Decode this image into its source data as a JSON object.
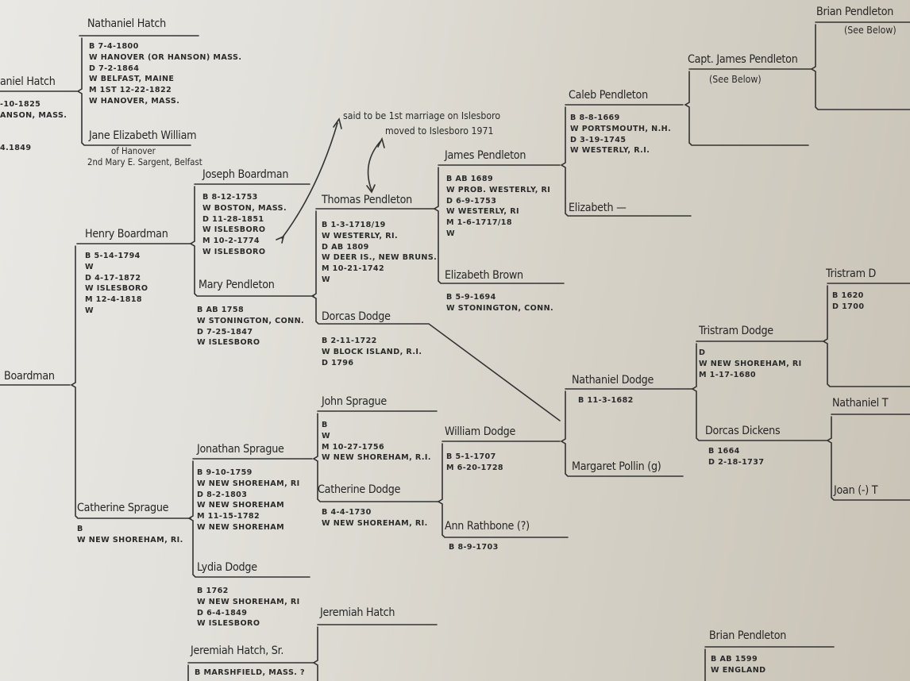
{
  "people": [
    {
      "name": "Nathaniel Hatch",
      "details": [
        "B 7-4-1800",
        "W HANOVER (OR HANSON) MASS.",
        "D 7-2-1864",
        "W BELFAST, MAINE",
        "M 1st 12-22-1822",
        "W HANOVER, MASS."
      ]
    },
    {
      "name": "Jane Elizabeth William",
      "details": []
    },
    {
      "name": "aniel Hatch",
      "details": [
        "-10-1825",
        "ANSON, MASS.",
        "",
        "",
        "4.1849"
      ]
    },
    {
      "name": "Boardman",
      "details": []
    },
    {
      "name": "Henry Boardman",
      "details": [
        "B 5-14-1794",
        "W",
        "D 4-17-1872",
        "W ISLESBORO",
        "M 12-4-1818",
        "W"
      ]
    },
    {
      "name": "Joseph Boardman",
      "details": [
        "B 8-12-1753",
        "W BOSTON, MASS.",
        "D 11-28-1851",
        "W ISLESBORO",
        "M 10-2-1774",
        "W ISLESBORO"
      ]
    },
    {
      "name": "Mary Pendleton",
      "details": [
        "B Ab 1758",
        "W STONINGTON, CONN.",
        "D 7-25-1847",
        "W ISLESBORO"
      ]
    },
    {
      "name": "Thomas Pendleton",
      "details": [
        "B 1-3-1718/19",
        "W WESTERLY, RI.",
        "D Ab 1809",
        "W DEER IS., NEW BRUNS.",
        "M 10-21-1742",
        "W"
      ]
    },
    {
      "name": "Dorcas Dodge",
      "details": [
        "B 2-11-1722",
        "W BLOCK ISLAND, R.I.",
        "D 1796"
      ]
    },
    {
      "name": "James Pendleton",
      "details": [
        "B Ab 1689",
        "W Prob. WESTERLY, RI",
        "D 6-9-1753",
        "W WESTERLY, RI",
        "M 1-6-1717/18",
        "W"
      ]
    },
    {
      "name": "Elizabeth Brown",
      "details": [
        "B 5-9-1694",
        "W STONINGTON, CONN."
      ]
    },
    {
      "name": "Caleb Pendleton",
      "details": [
        "B 8-8-1669",
        "W PORTSMOUTH, N.H.",
        "D 3-19-1745",
        "W WESTERLY, R.I."
      ]
    },
    {
      "name": "Elizabeth —",
      "details": []
    },
    {
      "name": "Capt. James Pendleton",
      "details": []
    },
    {
      "name": "Brian Pendleton",
      "details": []
    },
    {
      "name": "Tristram D",
      "details": [
        "B 1620",
        "D 1700"
      ]
    },
    {
      "name": "Tristram Dodge",
      "details": [
        "D",
        "W NEW SHOREHAM, RI",
        "M 1-17-1680"
      ]
    },
    {
      "name": "Nathaniel Dodge",
      "details": [
        "B 11-3-1682"
      ]
    },
    {
      "name": "Margaret Pollin (g)",
      "details": []
    },
    {
      "name": "Dorcas Dickens",
      "details": [
        "B 1664",
        "D 2-18-1737"
      ]
    },
    {
      "name": "Nathaniel T",
      "details": []
    },
    {
      "name": "Joan (-) T",
      "details": []
    },
    {
      "name": "John Sprague",
      "details": [
        "B",
        "W",
        "M 10-27-1756",
        "W NEW SHOREHAM, R.I."
      ]
    },
    {
      "name": "Catherine Dodge",
      "details": [
        "B 4-4-1730",
        "W NEW SHOREHAM, RI."
      ]
    },
    {
      "name": "William Dodge",
      "details": [
        "B 5-1-1707",
        "M 6-20-1728"
      ]
    },
    {
      "name": "Ann Rathbone (?)",
      "details": [
        "B 8-9-1703"
      ]
    },
    {
      "name": "Jonathan Sprague",
      "details": [
        "B 9-10-1759",
        "W NEW SHOREHAM, RI",
        "D 8-2-1803",
        "W NEW SHOREHAM",
        "M 11-15-1782",
        "W NEW SHOREHAM"
      ]
    },
    {
      "name": "Catherine Sprague",
      "details": [
        "B",
        "W NEW SHOREHAM, RI."
      ]
    },
    {
      "name": "Lydia Dodge",
      "details": [
        "B 1762",
        "W NEW SHOREHAM, RI",
        "D 6-4-1849",
        "W ISLESBORO"
      ]
    },
    {
      "name": "Jeremiah Hatch",
      "details": []
    },
    {
      "name": "Jeremiah Hatch, Sr.",
      "details": [
        "B MARSHFIELD, MASS. ?"
      ]
    },
    {
      "name": "Brian Pendleton",
      "details": [
        "B Ab 1599",
        "W ENGLAND"
      ]
    }
  ],
  "notes": {
    "hatch_spouse_origin": "of Hanover",
    "hatch_second_marriage": "2nd Mary E. Sargent, Belfast",
    "see_below_1": "(See Below)",
    "see_below_2": "(See Below)",
    "annotation_line1": "said to be 1st marriage on Islesboro",
    "annotation_line2": "moved to Islesboro 1971"
  },
  "colors": {
    "ink": "#2a2a2a",
    "paper": "#dcd9d1"
  }
}
